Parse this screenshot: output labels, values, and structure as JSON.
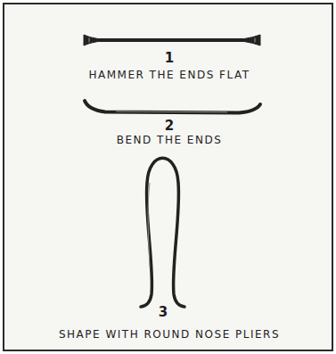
{
  "diagram": {
    "labels": [
      "1",
      "HAMMER THE ENDS FLAT",
      "2",
      "BEND THE ENDS",
      "3",
      "SHAPE WITH ROUND NOSE PLIERS"
    ]
  }
}
